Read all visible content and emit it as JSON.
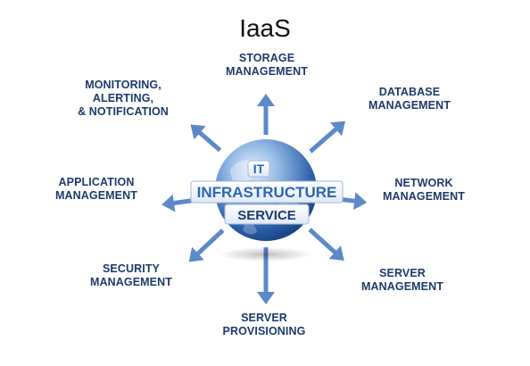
{
  "title": "IaaS",
  "center": {
    "line1": "IT",
    "line2": "INFRASTRUCTURE",
    "line3": "SERVICE"
  },
  "nodes": [
    {
      "id": "storage",
      "lines": [
        "STORAGE",
        "MANAGEMENT"
      ]
    },
    {
      "id": "database",
      "lines": [
        "DATABASE",
        "MANAGEMENT"
      ]
    },
    {
      "id": "network",
      "lines": [
        "NETWORK",
        "MANAGEMENT"
      ]
    },
    {
      "id": "server-mgmt",
      "lines": [
        "SERVER",
        "MANAGEMENT"
      ]
    },
    {
      "id": "provisioning",
      "lines": [
        "SERVER",
        "PROVISIONING"
      ]
    },
    {
      "id": "security",
      "lines": [
        "SECURITY",
        "MANAGEMENT"
      ]
    },
    {
      "id": "application",
      "lines": [
        "APPLICATION",
        "MANAGEMENT"
      ]
    },
    {
      "id": "monitoring",
      "lines": [
        "MONITORING,",
        "ALERTING,",
        "& NOTIFICATION"
      ]
    }
  ],
  "colors": {
    "label": "#1d3a6b",
    "arrow": "#4f7fc6",
    "globe_dark": "#1c4f97",
    "globe_light": "#cfe3f7",
    "banner_text": "#2b66b3"
  }
}
